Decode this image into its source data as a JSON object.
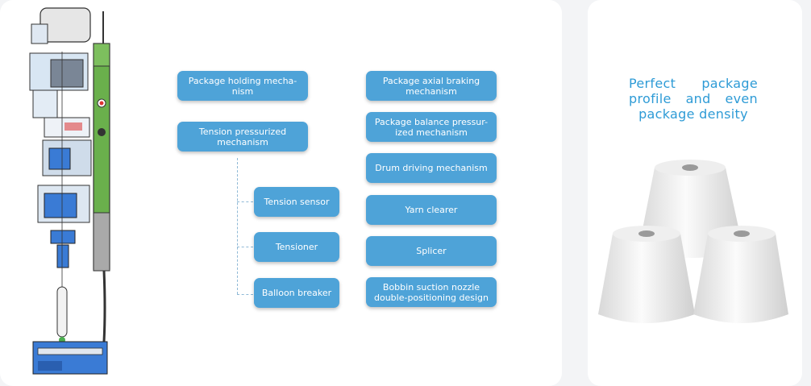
{
  "mechanisms": {
    "package_holding": "Package holding mecha-\nnism",
    "tension_pressurized": "Tension pressurized\nmechanism",
    "tension_sensor": "Tension sensor",
    "tensioner": "Tensioner",
    "balloon_breaker": "Balloon breaker",
    "package_axial_braking": "Package axial braking\nmechanism",
    "package_balance": "Package balance pressur-\nized mechanism",
    "drum_driving": "Drum driving mechanism",
    "yarn_clearer": "Yarn clearer",
    "splicer": "Splicer",
    "bobbin_suction": "Bobbin suction nozzle\ndouble-positioning design"
  },
  "headline": "Perfect package profile and even package density",
  "colors": {
    "pill": "#4ea3d8",
    "headline": "#2e9bd6",
    "machine_green": "#6ab04c",
    "machine_blue": "#3a7bd5"
  }
}
